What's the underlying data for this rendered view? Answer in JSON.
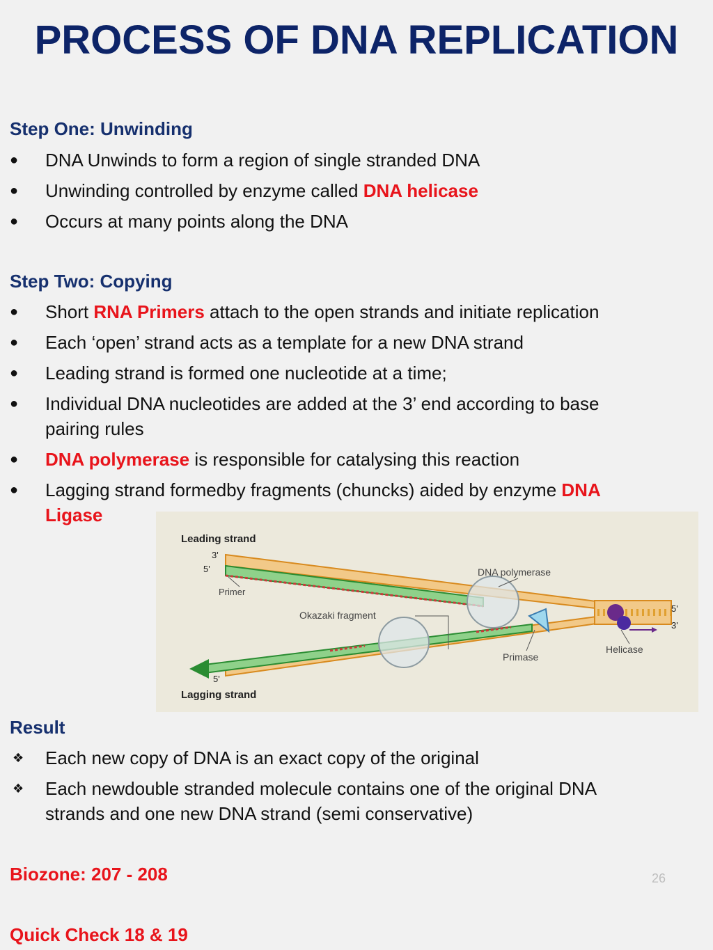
{
  "title": "PROCESS OF DNA REPLICATION",
  "step_one": {
    "heading": "Step One: Unwinding",
    "b1": "DNA Unwinds to form a region of single stranded DNA",
    "b2_pre": "Unwinding controlled by enzyme called ",
    "b2_red": "DNA helicase",
    "b3": "Occurs at many points along the DNA"
  },
  "step_two": {
    "heading": "Step Two: Copying",
    "b1_pre": "Short ",
    "b1_red": "RNA Primers",
    "b1_post": " attach to the open strands and initiate replication",
    "b2": "Each ‘open’ strand acts as a template for a new DNA strand",
    "b3": "Leading strand is formed one nucleotide at a time;",
    "b4_l1": "Individual DNA nucleotides are added at the 3’ end according to base",
    "b4_l2": "pairing rules",
    "b5_red": "DNA polymerase",
    "b5_post": " is responsible for catalysing this reaction",
    "b6_pre": "Lagging strand formedby fragments (chuncks) aided by enzyme ",
    "b6_red1": "DNA",
    "b6_red2": "Ligase"
  },
  "diagram": {
    "leading_strand": "Leading strand",
    "lagging_strand": "Lagging strand",
    "three_prime_a": "3'",
    "five_prime_a": "5'",
    "five_prime_b": "5'",
    "three_prime_b": "3'",
    "five_prime_c": "5'",
    "primer": "Primer",
    "dna_polymerase": "DNA polymerase",
    "okazaki_fragment": "Okazaki fragment",
    "primase": "Primase",
    "helicase": "Helicase"
  },
  "result": {
    "heading": "Result",
    "b1": "Each new copy of DNA is an exact copy of the original",
    "b2_l1": "Each newdouble stranded molecule contains one of the original DNA",
    "b2_l2": "strands and one new DNA strand (semi conservative)"
  },
  "biozone": "Biozone: 207 - 208",
  "page_number": "26",
  "quick_check": "Quick Check 18 & 19",
  "colors": {
    "title": "#0d2468",
    "heading": "#16306e",
    "highlight": "#e8141b"
  }
}
